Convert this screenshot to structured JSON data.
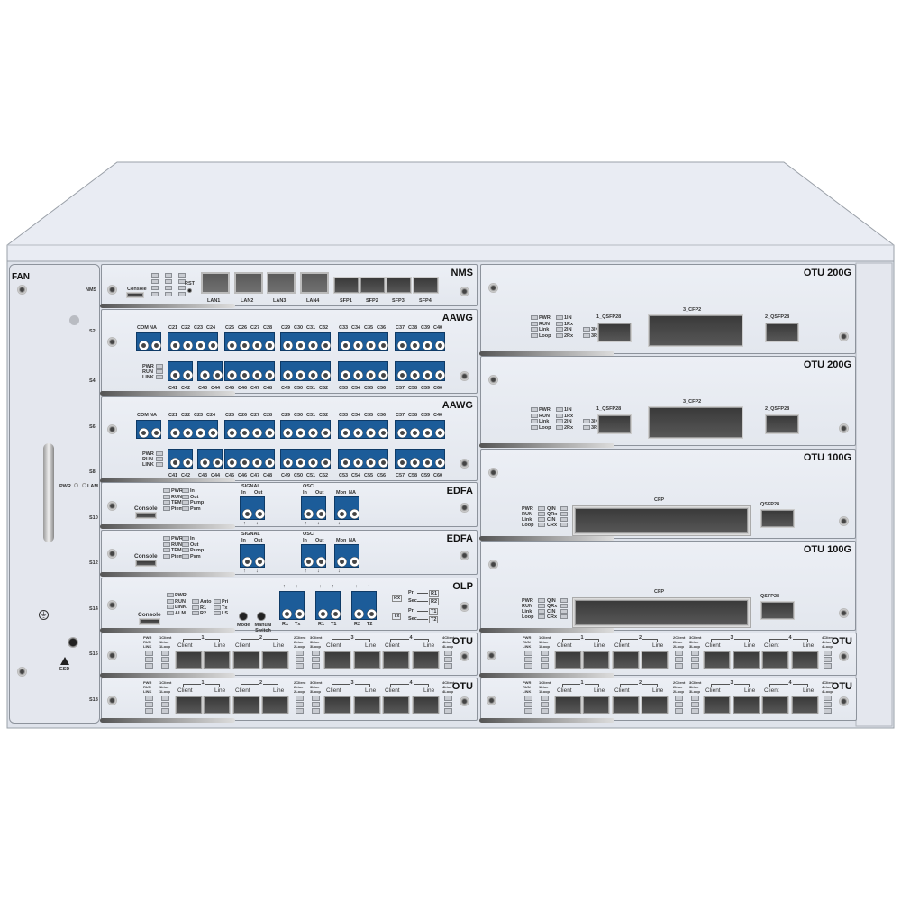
{
  "chassis": {
    "fan_label": "FAN",
    "fan_leds": [
      "PWR",
      "LAM"
    ],
    "esd_label": "ESD",
    "slot_labels": [
      "NMS",
      "S2",
      "S4",
      "S6",
      "S8",
      "S10",
      "S12",
      "S14",
      "S16",
      "S18"
    ],
    "colors": {
      "panel": "#e6e9f0",
      "connector_blue": "#1c5c99",
      "port_dark": "#3a3a3a"
    }
  },
  "nms": {
    "title": "NMS",
    "console": "Console",
    "rst": "RST",
    "lan": [
      "LAN1",
      "LAN2",
      "LAN3",
      "LAN4"
    ],
    "sfp": [
      "SFP1",
      "SFP2",
      "SFP3",
      "SFP4"
    ]
  },
  "aawg": [
    {
      "title": "AAWG",
      "leds": [
        "PWR",
        "RUN",
        "LINK"
      ],
      "top_groups": [
        [
          "COM",
          "NA"
        ],
        [
          "C21",
          "C22",
          "C23",
          "C24"
        ],
        [
          "C25",
          "C26",
          "C27",
          "C28"
        ],
        [
          "C29",
          "C30",
          "C31",
          "C32"
        ],
        [
          "C33",
          "C34",
          "C35",
          "C36"
        ],
        [
          "C37",
          "C38",
          "C39",
          "C40"
        ]
      ],
      "bottom_groups": [
        [
          "C41",
          "C42"
        ],
        [
          "C43",
          "C44"
        ],
        [
          "C45",
          "C46",
          "C47",
          "C48"
        ],
        [
          "C49",
          "C50",
          "C51",
          "C52"
        ],
        [
          "C53",
          "C54",
          "C55",
          "C56"
        ],
        [
          "C57",
          "C58",
          "C59",
          "C60"
        ]
      ]
    },
    {
      "title": "AAWG",
      "leds": [
        "PWR",
        "RUN",
        "LINK"
      ],
      "top_groups": [
        [
          "COM",
          "NA"
        ],
        [
          "C21",
          "C22",
          "C23",
          "C24"
        ],
        [
          "C25",
          "C26",
          "C27",
          "C28"
        ],
        [
          "C29",
          "C30",
          "C31",
          "C32"
        ],
        [
          "C33",
          "C34",
          "C35",
          "C36"
        ],
        [
          "C37",
          "C38",
          "C39",
          "C40"
        ]
      ],
      "bottom_groups": [
        [
          "C41",
          "C42"
        ],
        [
          "C43",
          "C44"
        ],
        [
          "C45",
          "C46",
          "C47",
          "C48"
        ],
        [
          "C49",
          "C50",
          "C51",
          "C52"
        ],
        [
          "C53",
          "C54",
          "C55",
          "C56"
        ],
        [
          "C57",
          "C58",
          "C59",
          "C60"
        ]
      ]
    }
  ],
  "edfa": [
    {
      "title": "EDFA",
      "console": "Console",
      "leds_a": [
        "PWR",
        "RUN",
        "TEM",
        "Ptem"
      ],
      "leds_b": [
        "In",
        "Out",
        "Pump",
        "Psm"
      ],
      "groups": [
        {
          "title": "SIGNAL",
          "ports": [
            "In",
            "Out"
          ],
          "arrows": [
            "↑",
            "↓"
          ]
        },
        {
          "title": "OSC",
          "ports": [
            "In",
            "Out"
          ],
          "arrows": [
            "↑",
            "↓"
          ]
        },
        {
          "title": "",
          "ports": [
            "Mon",
            "NA"
          ],
          "arrows": [
            "↓",
            ""
          ]
        }
      ]
    },
    {
      "title": "EDFA",
      "console": "Console",
      "leds_a": [
        "PWR",
        "RUN",
        "TEM",
        "Ptem"
      ],
      "leds_b": [
        "In",
        "Out",
        "Pump",
        "Psm"
      ],
      "groups": [
        {
          "title": "SIGNAL",
          "ports": [
            "In",
            "Out"
          ],
          "arrows": [
            "↑",
            "↓"
          ]
        },
        {
          "title": "OSC",
          "ports": [
            "In",
            "Out"
          ],
          "arrows": [
            "↑",
            "↓"
          ]
        },
        {
          "title": "",
          "ports": [
            "Mon",
            "NA"
          ],
          "arrows": [
            "↓",
            ""
          ]
        }
      ]
    }
  ],
  "olp": {
    "title": "OLP",
    "console": "Console",
    "leds_a": [
      "PWR",
      "RUN",
      "LINK",
      "ALM"
    ],
    "leds_b": [
      "Auto",
      "R1",
      "R2"
    ],
    "leds_c": [
      "Pri",
      "Tx",
      "LS"
    ],
    "buttons": [
      "Mode",
      "Manual Switch"
    ],
    "ports": [
      "Rx",
      "Tx",
      "R1",
      "T1",
      "R2",
      "T2"
    ],
    "arrows": [
      "↑",
      "↓",
      "↓",
      "↑",
      "↓",
      "↑"
    ],
    "diagram": {
      "left": [
        "Rx",
        "Tx"
      ],
      "branch": [
        "Pri",
        "Sec",
        "Pri",
        "Sec"
      ],
      "right": [
        "R1",
        "R2",
        "T1",
        "T2"
      ]
    }
  },
  "otu_small": [
    {
      "title": "OTU",
      "led_cols": [
        [
          "PWR",
          "RUN",
          "LINK"
        ],
        [
          "1Client",
          "1Line",
          "1Loop"
        ],
        [
          "2Client",
          "2Line",
          "2Loop"
        ],
        [
          "3Client",
          "3Line",
          "3Loop"
        ],
        [
          "4Client",
          "4Line",
          "4Loop"
        ]
      ],
      "groups": [
        "1",
        "2",
        "3",
        "4"
      ],
      "port_labels": [
        "Client",
        "Line"
      ]
    },
    {
      "title": "OTU",
      "led_cols": [
        [
          "PWR",
          "RUN",
          "LINK"
        ],
        [
          "1Client",
          "1Line",
          "1Loop"
        ],
        [
          "2Client",
          "2Line",
          "2Loop"
        ],
        [
          "3Client",
          "3Line",
          "3Loop"
        ],
        [
          "4Client",
          "4Line",
          "4Loop"
        ]
      ],
      "groups": [
        "1",
        "2",
        "3",
        "4"
      ],
      "port_labels": [
        "Client",
        "Line"
      ]
    },
    {
      "title": "OTU",
      "led_cols": [
        [
          "PWR",
          "RUN",
          "LINK"
        ],
        [
          "1Client",
          "1Line",
          "1Loop"
        ],
        [
          "2Client",
          "2Line",
          "2Loop"
        ],
        [
          "3Client",
          "3Line",
          "3Loop"
        ],
        [
          "4Client",
          "4Line",
          "4Loop"
        ]
      ],
      "groups": [
        "1",
        "2",
        "3",
        "4"
      ],
      "port_labels": [
        "Client",
        "Line"
      ]
    },
    {
      "title": "OTU",
      "led_cols": [
        [
          "PWR",
          "RUN",
          "LINK"
        ],
        [
          "1Client",
          "1Line",
          "1Loop"
        ],
        [
          "2Client",
          "2Line",
          "2Loop"
        ],
        [
          "3Client",
          "3Line",
          "3Loop"
        ],
        [
          "4Client",
          "4Line",
          "4Loop"
        ]
      ],
      "groups": [
        "1",
        "2",
        "3",
        "4"
      ],
      "port_labels": [
        "Client",
        "Line"
      ]
    }
  ],
  "otu200g": [
    {
      "title": "OTU 200G",
      "leds": [
        [
          "PWR",
          "1IN"
        ],
        [
          "RUN",
          "1Rx"
        ],
        [
          "Link",
          "2IN",
          "3IN"
        ],
        [
          "Loop",
          "2Rx",
          "3Rx"
        ]
      ],
      "ports": [
        "1_QSFP28",
        "3_CFP2",
        "2_QSFP28"
      ]
    },
    {
      "title": "OTU 200G",
      "leds": [
        [
          "PWR",
          "1IN"
        ],
        [
          "RUN",
          "1Rx"
        ],
        [
          "Link",
          "2IN",
          "3IN"
        ],
        [
          "Loop",
          "2Rx",
          "3Rx"
        ]
      ],
      "ports": [
        "1_QSFP28",
        "3_CFP2",
        "2_QSFP28"
      ]
    }
  ],
  "otu100g": [
    {
      "title": "OTU 100G",
      "leds": [
        [
          "PWR",
          "QIN"
        ],
        [
          "RUN",
          "QRx"
        ],
        [
          "Link",
          "CIN"
        ],
        [
          "Loop",
          "CRx"
        ]
      ],
      "ports": [
        "CFP",
        "QSFP28"
      ]
    },
    {
      "title": "OTU 100G",
      "leds": [
        [
          "PWR",
          "QIN"
        ],
        [
          "RUN",
          "QRx"
        ],
        [
          "Link",
          "CIN"
        ],
        [
          "Loop",
          "CRx"
        ]
      ],
      "ports": [
        "CFP",
        "QSFP28"
      ]
    }
  ]
}
